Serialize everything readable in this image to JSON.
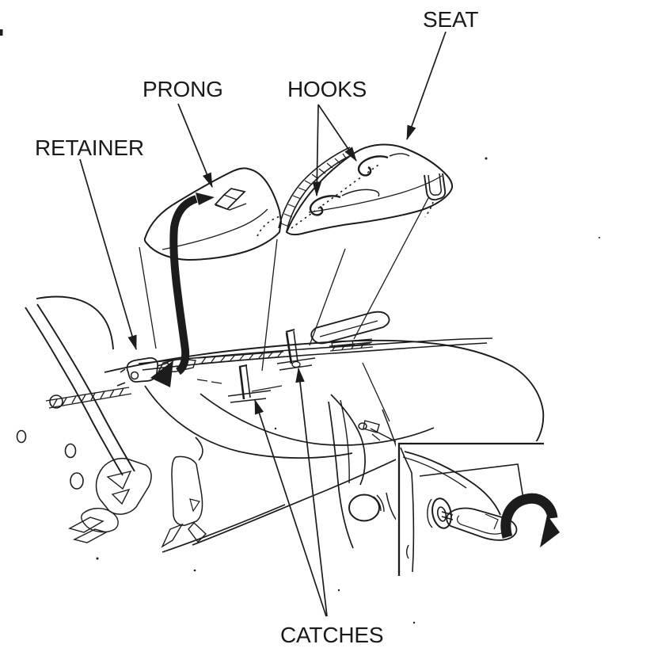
{
  "diagram": {
    "description": "Line-art service manual illustration of motorcycle seat removal: seat lifted above rear body showing prong, hooks, retainer and catches; inset shows key turning in seat lock",
    "background": "#ffffff",
    "ink": "#1c1c1c",
    "labels": {
      "seat": "SEAT",
      "prong": "PRONG",
      "hooks": "HOOKS",
      "retainer": "RETAINER",
      "catches": "CATCHES"
    }
  }
}
